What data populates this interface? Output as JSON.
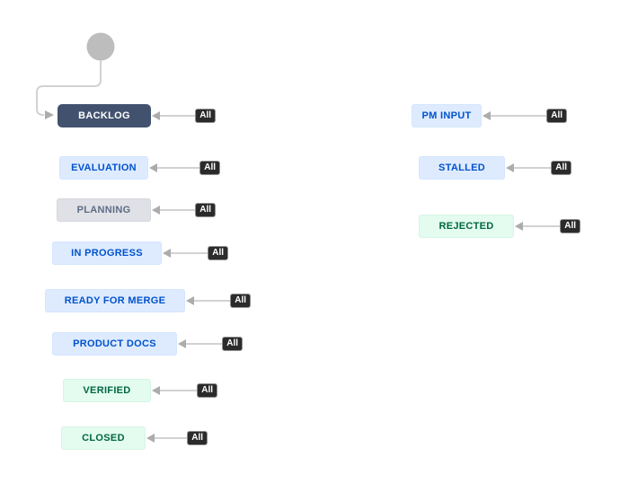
{
  "diagram": {
    "statuses": [
      {
        "label": "BACKLOG",
        "category_color": "#42526E"
      },
      {
        "label": "EVALUATION",
        "category_color": "#DEEBFF"
      },
      {
        "label": "PLANNING",
        "category_color": "#DFE1E6"
      },
      {
        "label": "IN PROGRESS",
        "category_color": "#DEEBFF"
      },
      {
        "label": "READY FOR MERGE",
        "category_color": "#DEEBFF"
      },
      {
        "label": "PRODUCT DOCS",
        "category_color": "#DEEBFF"
      },
      {
        "label": "VERIFIED",
        "category_color": "#E3FCEF"
      },
      {
        "label": "CLOSED",
        "category_color": "#E3FCEF"
      },
      {
        "label": "PM INPUT",
        "category_color": "#DEEBFF"
      },
      {
        "label": "STALLED",
        "category_color": "#DEEBFF"
      },
      {
        "label": "REJECTED",
        "category_color": "#E3FCEF"
      }
    ],
    "transitions": [
      {
        "label": "All",
        "to": "BACKLOG"
      },
      {
        "label": "All",
        "to": "EVALUATION"
      },
      {
        "label": "All",
        "to": "PLANNING"
      },
      {
        "label": "All",
        "to": "IN PROGRESS"
      },
      {
        "label": "All",
        "to": "READY FOR MERGE"
      },
      {
        "label": "All",
        "to": "PRODUCT DOCS"
      },
      {
        "label": "All",
        "to": "VERIFIED"
      },
      {
        "label": "All",
        "to": "CLOSED"
      },
      {
        "label": "All",
        "to": "PM INPUT"
      },
      {
        "label": "All",
        "to": "STALLED"
      },
      {
        "label": "All",
        "to": "REJECTED"
      }
    ],
    "start_transition": {
      "to": "BACKLOG"
    },
    "colors": {
      "dark_status_bg": "#42526E",
      "dark_status_text": "#FFFFFF",
      "blue_status_bg": "#DEEBFF",
      "blue_status_text": "#0052CC",
      "gray_status_bg": "#DFE1E6",
      "gray_status_text": "#5E6C84",
      "green_status_bg": "#E3FCEF",
      "green_status_text": "#006644",
      "transition_badge_bg": "#2B2B2B",
      "transition_badge_text": "#FFFFFF",
      "connector_line": "#D2D2D2",
      "connector_arrow": "#ACACAC",
      "start_node_fill": "#BDBDBD"
    }
  }
}
